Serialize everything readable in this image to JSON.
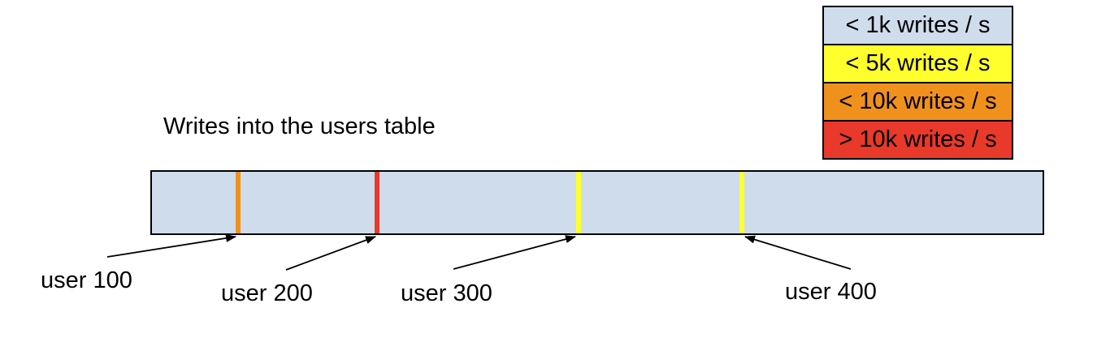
{
  "diagram": {
    "title": "Writes into the users table",
    "background_color": "#ffffff",
    "legend": {
      "items": [
        {
          "label": "< 1k writes / s",
          "color": "#cfdcec"
        },
        {
          "label": "< 5k writes / s",
          "color": "#ffff2d"
        },
        {
          "label": "< 10k writes / s",
          "color": "#f0911d"
        },
        {
          "label": "> 10k writes / s",
          "color": "#e8392a"
        }
      ]
    },
    "table_bar": {
      "fill_color": "#cfdcec",
      "border_color": "#000000",
      "markers": [
        {
          "user": "user 100",
          "color": "#f0911d",
          "position_pct": 9.4,
          "rate_bucket": "< 10k writes / s"
        },
        {
          "user": "user 200",
          "color": "#e8392a",
          "position_pct": 25.0,
          "rate_bucket": "> 10k writes / s"
        },
        {
          "user": "user 300",
          "color": "#ffff2d",
          "position_pct": 47.6,
          "rate_bucket": "< 5k writes / s"
        },
        {
          "user": "user 400",
          "color": "#ffff2d",
          "position_pct": 66.0,
          "rate_bucket": "< 5k writes / s"
        }
      ]
    },
    "labels": [
      {
        "text": "user 100",
        "points_to": "user 100"
      },
      {
        "text": "user 200",
        "points_to": "user 200"
      },
      {
        "text": "user 300",
        "points_to": "user 300"
      },
      {
        "text": "user 400",
        "points_to": "user 400"
      }
    ]
  }
}
